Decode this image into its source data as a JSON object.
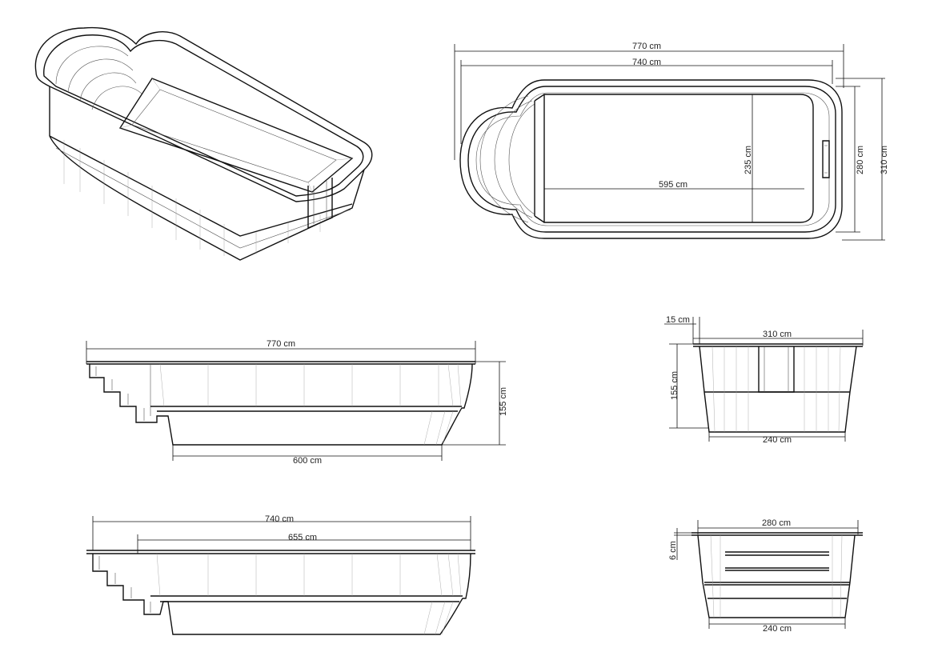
{
  "views": {
    "perspective": {},
    "top": {
      "overall_length": "770 cm",
      "inner_length": "740 cm",
      "pool_length": "595 cm",
      "pool_width": "235 cm",
      "inner_width": "280 cm",
      "overall_width": "310 cm"
    },
    "side_a": {
      "top_length": "770 cm",
      "bottom_length": "600 cm",
      "depth": "155 cm"
    },
    "side_b": {
      "top_length": "740 cm",
      "pool_length": "655 cm"
    },
    "end_a": {
      "rim": "15 cm",
      "top_width": "310 cm",
      "depth": "155 cm",
      "bottom_width": "240 cm"
    },
    "end_b": {
      "top_width": "280 cm",
      "rim": "6 cm",
      "bottom_width": "240 cm"
    }
  }
}
